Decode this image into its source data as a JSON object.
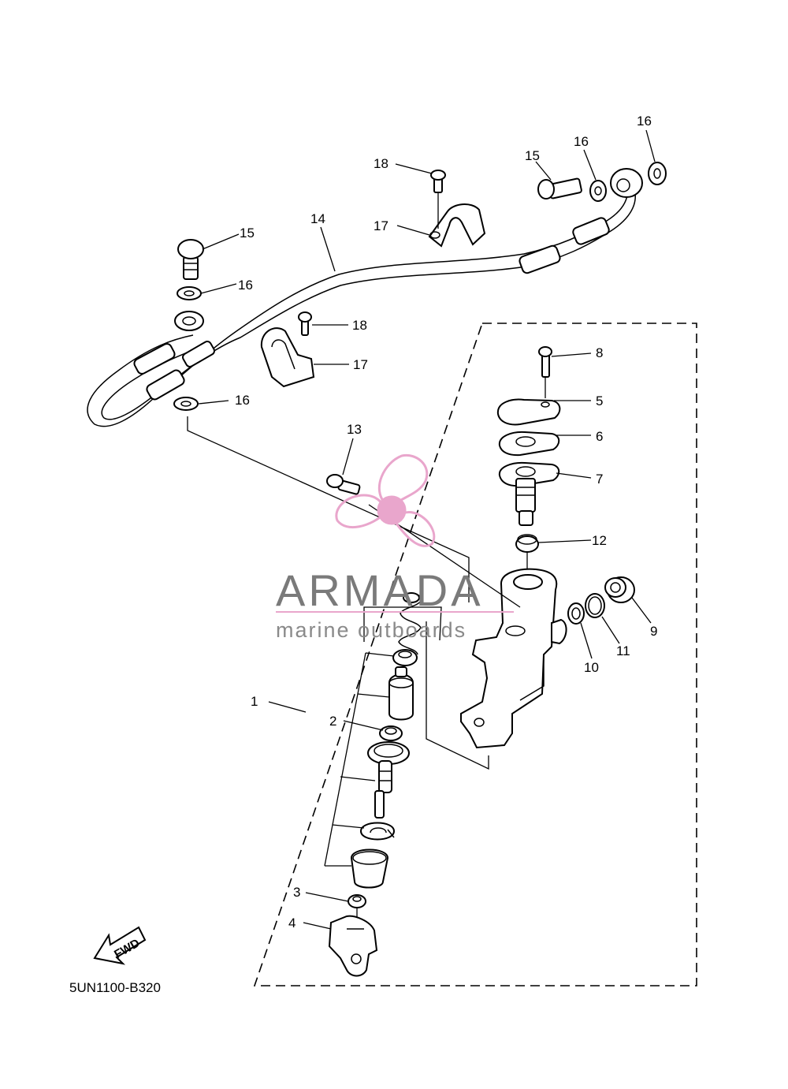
{
  "diagram": {
    "drawing_code": "5UN1100-B320",
    "fwd_label": "FWD",
    "callouts": {
      "c1": "1",
      "c2": "2",
      "c3": "3",
      "c4": "4",
      "c5": "5",
      "c6": "6",
      "c7": "7",
      "c8": "8",
      "c9": "9",
      "c10": "10",
      "c11": "11",
      "c12": "12",
      "c13": "13",
      "c14": "14",
      "c15a": "15",
      "c15b": "15",
      "c16a": "16",
      "c16b": "16",
      "c16c": "16",
      "c16d": "16",
      "c17a": "17",
      "c17b": "17",
      "c18a": "18",
      "c18b": "18"
    }
  },
  "watermark": {
    "brand": "ARMADA",
    "tagline": "marine outboards",
    "logo_color": "#e9a6cc",
    "line_color": "#e9a6cc"
  }
}
